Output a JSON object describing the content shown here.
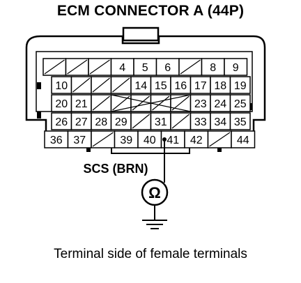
{
  "title": "ECM CONNECTOR A (44P)",
  "caption": "Terminal side of female terminals",
  "probe_label": "SCS (BRN)",
  "probe_terminal": "41",
  "meter_symbol": "Ω",
  "rows": [
    [
      "",
      "",
      "",
      "4",
      "5",
      "6",
      "",
      "8",
      "9"
    ],
    [
      "10",
      "",
      "",
      "",
      "14",
      "15",
      "16",
      "17",
      "18",
      "19"
    ],
    [
      "20",
      "21",
      "",
      "",
      "",
      "",
      "",
      "23",
      "24",
      "25"
    ],
    [
      "26",
      "27",
      "28",
      "29",
      "",
      "31",
      "",
      "33",
      "34",
      "35"
    ],
    [
      "36",
      "37",
      "",
      "39",
      "40",
      "41",
      "42",
      "",
      "44"
    ]
  ]
}
